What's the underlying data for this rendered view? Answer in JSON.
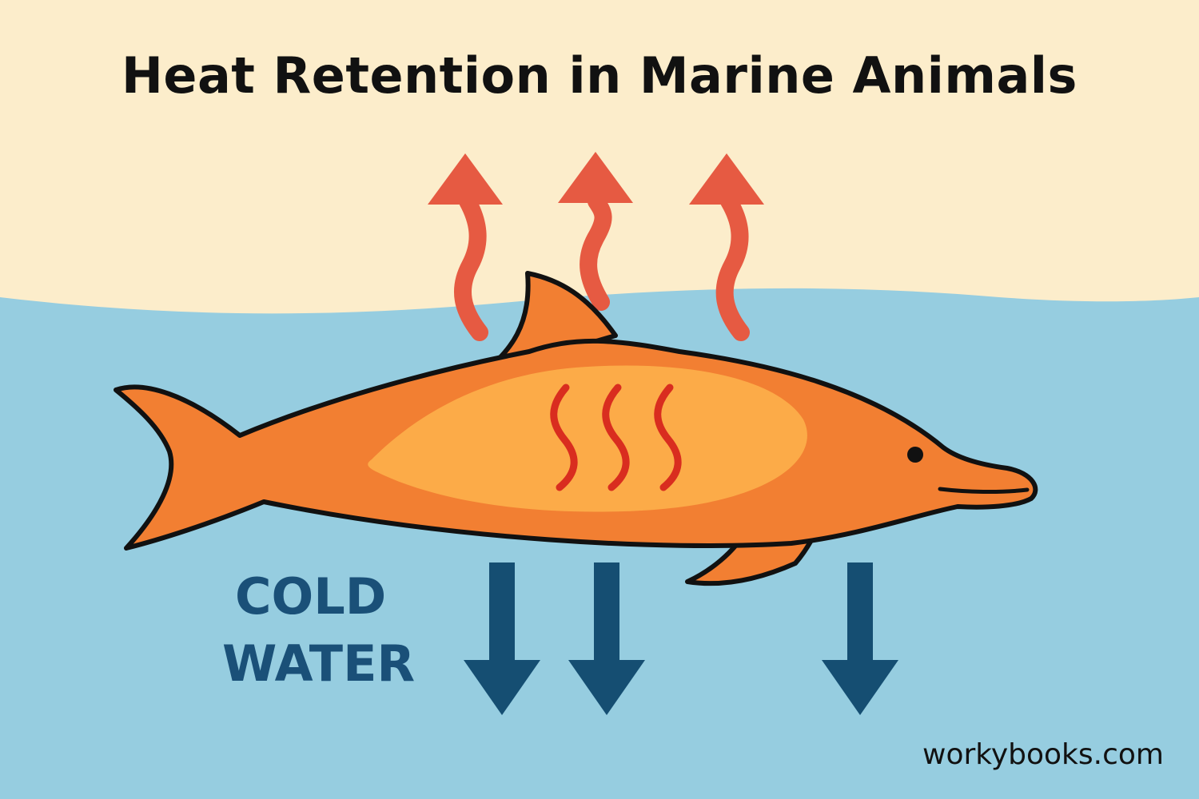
{
  "diagram": {
    "title": "Heat Retention in Marine Animals",
    "cold_label": {
      "line1": "COLD",
      "line2": "WATER"
    },
    "footer": "workybooks.com",
    "heat_arrow_count": 3,
    "cold_arrow_count": 3,
    "body_heat_wave_count": 3,
    "icons": {
      "animal": "dolphin-icon",
      "heat_arrow": "wavy-up-arrow-icon",
      "cold_arrow": "down-arrow-icon",
      "body_heat": "heat-wave-icon"
    },
    "colors": {
      "sky": "#fcedcb",
      "water": "#96cde0",
      "heat_arrow": "#e65a42",
      "cold_arrow": "#154e72",
      "dolphin_body": "#f27f32",
      "dolphin_core": "#fcab48",
      "body_heat_waves": "#d92d1f",
      "outline": "#111111",
      "title_text": "#111111",
      "cold_label_text": "#1a5078",
      "footer_text": "#111111"
    }
  }
}
